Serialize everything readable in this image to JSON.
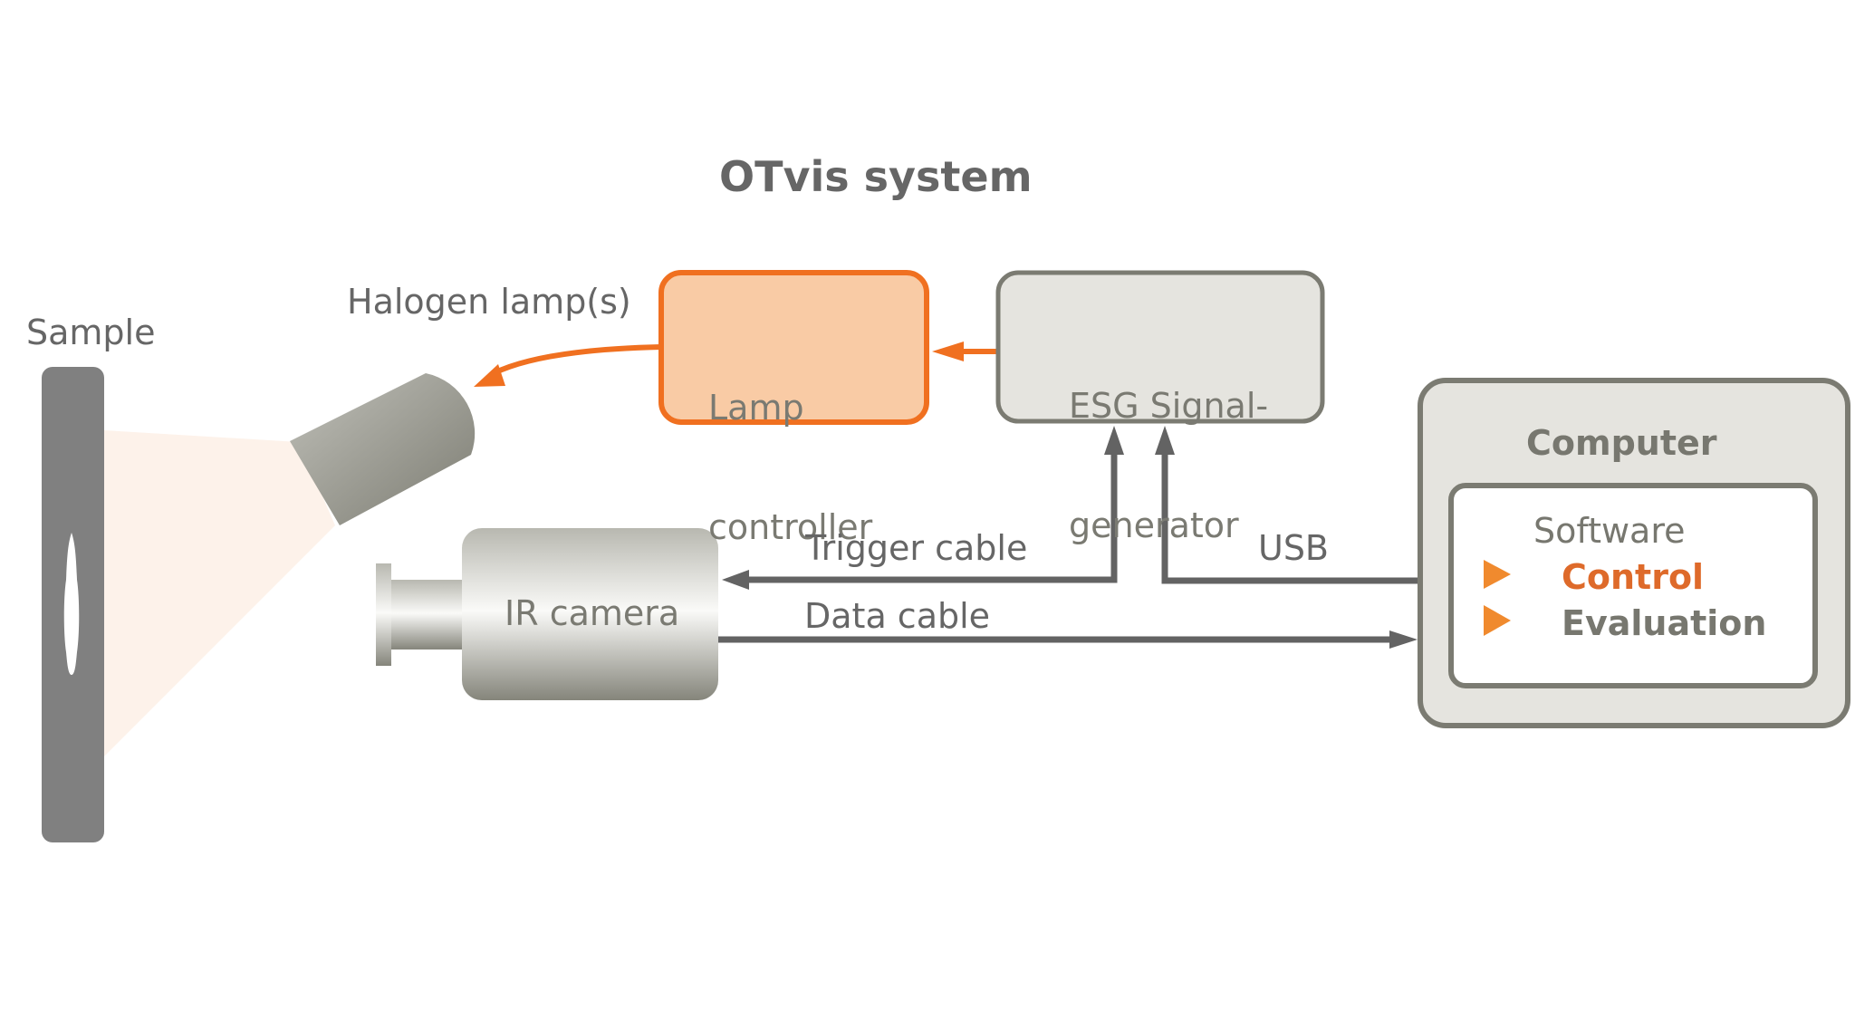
{
  "title": "OTvis system",
  "colors": {
    "accent_orange": "#f07020",
    "orange_fill": "#f9cba5",
    "gray_box_fill": "#e5e4df",
    "gray_box_border": "#7b7b72",
    "arrow_gray": "#636363",
    "sample_gray": "#808080",
    "text_gray": "#666666",
    "control_text": "#de6a2a",
    "bullet_orange": "#f08a2e",
    "light_beam": "#fdf2ea"
  },
  "labels": {
    "sample": "Sample",
    "halogen_lamps": "Halogen lamp(s)",
    "trigger_cable": "Trigger cable",
    "data_cable": "Data cable",
    "usb": "USB"
  },
  "boxes": {
    "lamp_controller": {
      "line1": "Lamp",
      "line2": "controller"
    },
    "signal_generator": {
      "line1": "ESG Signal-",
      "line2": "generator"
    },
    "ir_camera": {
      "label": "IR camera"
    },
    "computer": {
      "label": "Computer",
      "software": {
        "label": "Software",
        "items": [
          {
            "label": "Control",
            "highlighted": true
          },
          {
            "label": "Evaluation",
            "highlighted": false
          }
        ]
      }
    }
  },
  "icons": {
    "bullet": "triangle-right",
    "arrow": "arrowhead"
  }
}
